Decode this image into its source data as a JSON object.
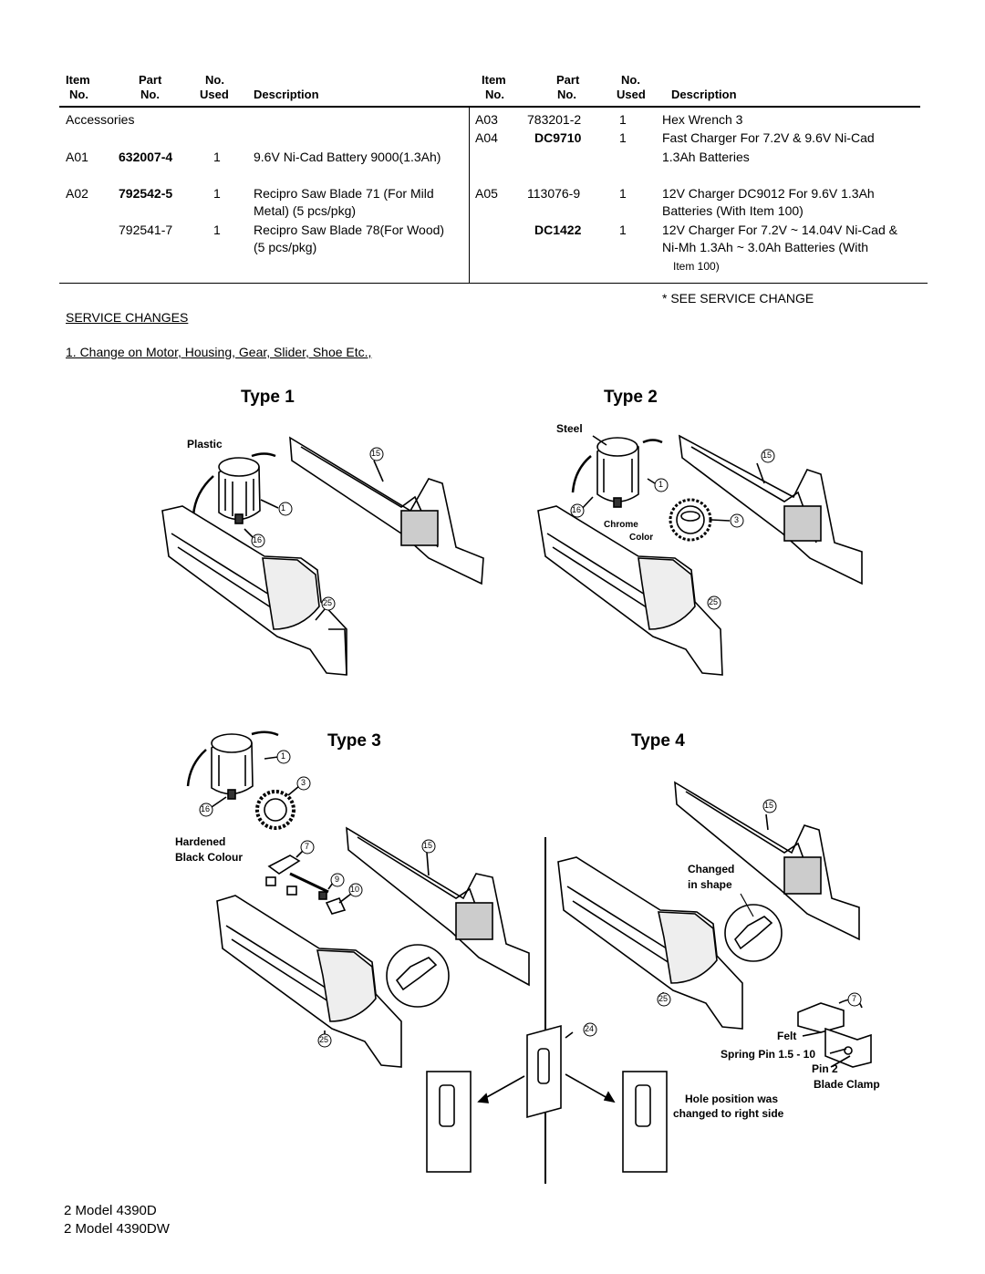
{
  "table": {
    "headers_left": {
      "item1": "Item",
      "item2": "No.",
      "part1": "Part",
      "part2": "No.",
      "no1": "No.",
      "no2": "Used",
      "desc": "Description"
    },
    "headers_right": {
      "item1": "Item",
      "item2": "No.",
      "part1": "Part",
      "part2": "No.",
      "no1": "No.",
      "no2": "Used",
      "desc": "Description"
    },
    "left": {
      "section": "Accessories",
      "rows": [
        {
          "item": "A01",
          "part": "632007-4",
          "used": "1",
          "desc": [
            "9.6V Ni-Cad Battery 9000(1.3Ah)"
          ]
        },
        {
          "item": "A02",
          "part": "792542-5",
          "used": "1",
          "desc": [
            "Recipro Saw Blade 71 (For Mild",
            "Metal) (5 pcs/pkg)"
          ]
        },
        {
          "item": "",
          "part": "792541-7",
          "used": "1",
          "desc": [
            "Recipro Saw Blade 78(For Wood)",
            "(5 pcs/pkg)"
          ]
        }
      ]
    },
    "right": {
      "rows": [
        {
          "item": "A03",
          "part": "783201-2",
          "used": "1",
          "desc": [
            "Hex Wrench 3"
          ]
        },
        {
          "item": "A04",
          "part": "DC9710",
          "used": "1",
          "desc": [
            "Fast Charger For 7.2V & 9.6V Ni-Cad",
            "1.3Ah Batteries"
          ]
        },
        {
          "item": "A05",
          "part": "113076-9",
          "used": "1",
          "desc": [
            "12V Charger DC9012 For 9.6V 1.3Ah",
            "Batteries (With Item 100)"
          ]
        },
        {
          "item": "",
          "part": "DC1422",
          "used": "1",
          "desc": [
            "12V Charger For 7.2V ~ 14.04V Ni-Cad &",
            "Ni-Mh 1.3Ah ~ 3.0Ah Batteries (With",
            "Item 100)"
          ]
        }
      ]
    }
  },
  "see_service_change": "* SEE SERVICE CHANGE",
  "service_changes": {
    "heading": "SERVICE CHANGES",
    "item1": "1.  Change on Motor, Housing, Gear, Slider, Shoe Etc.,"
  },
  "diagrams": {
    "type1": {
      "title": "Type 1",
      "labels": {
        "plastic": "Plastic",
        "n15": "15",
        "n1": "1",
        "n16": "16",
        "n25": "25"
      }
    },
    "type2": {
      "title": "Type 2",
      "labels": {
        "steel": "Steel",
        "chrome": "Chrome",
        "color": "Color",
        "n15": "15",
        "n1": "1",
        "n16": "16",
        "n3": "3",
        "n25": "25"
      }
    },
    "type3": {
      "title": "Type 3",
      "labels": {
        "hardened": "Hardened",
        "black": "Black Colour",
        "n1": "1",
        "n3": "3",
        "n16": "16",
        "n7": "7",
        "n9": "9",
        "n10": "10",
        "n15": "15",
        "n25": "25"
      }
    },
    "type4": {
      "title": "Type 4",
      "labels": {
        "changed": "Changed",
        "inshape": "in shape",
        "n15": "15",
        "n25": "25",
        "n24": "24",
        "n7": "7",
        "felt": "Felt",
        "spring": "Spring Pin 1.5 - 10",
        "pin2": "Pin 2",
        "blade": "Blade Clamp",
        "hole1": "Hole position was",
        "hole2": "changed to right side"
      }
    }
  },
  "footer": {
    "line1": "2  Model  4390D",
    "line2": "2  Model  4390DW"
  }
}
